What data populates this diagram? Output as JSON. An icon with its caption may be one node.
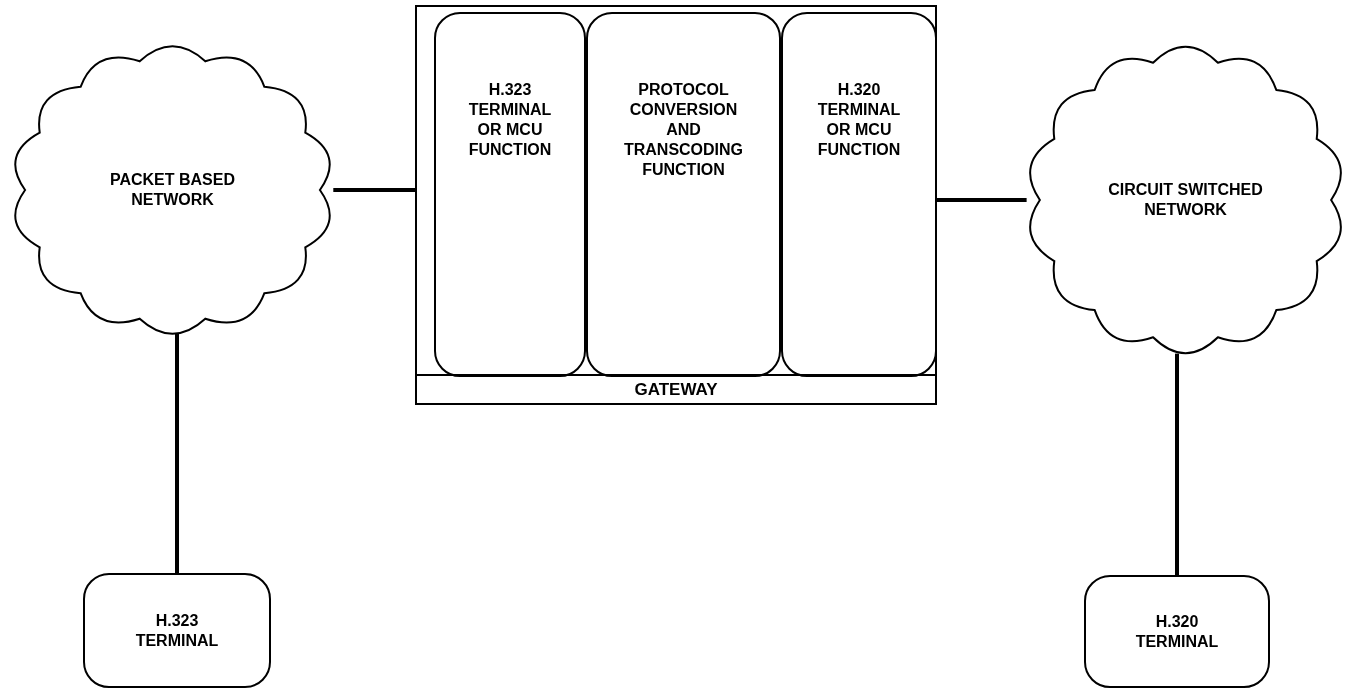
{
  "diagram": {
    "nodes": [
      {
        "text": [
          "PACKET BASED NETWORK"
        ]
      },
      {
        "text": [
          "GATEWAY"
        ]
      },
      {
        "text": [
          "H.323 TERMINAL OR MCU FUNCTION"
        ],
        "in": 1
      },
      {
        "text": [
          "PROTOCOL CONVERSION AND TRANSCODING FUNCTION"
        ],
        "in": 1
      },
      {
        "text": [
          "H.320 TERMINAL OR MCU FUNCTION"
        ],
        "in": 1
      },
      {
        "text": [
          "CIRCUIT SWITCHED NETWORK"
        ]
      },
      {
        "text": [
          "H.323 TERMINAL"
        ]
      },
      {
        "text": [
          "H.320 TERMINAL"
        ]
      }
    ],
    "edges": [
      {
        "from": 0,
        "to": 2,
        "arrow": "none"
      },
      {
        "from": 4,
        "to": 5,
        "arrow": "none"
      },
      {
        "from": 0,
        "to": 6,
        "arrow": "none"
      },
      {
        "from": 5,
        "to": 7,
        "arrow": "none"
      }
    ]
  }
}
